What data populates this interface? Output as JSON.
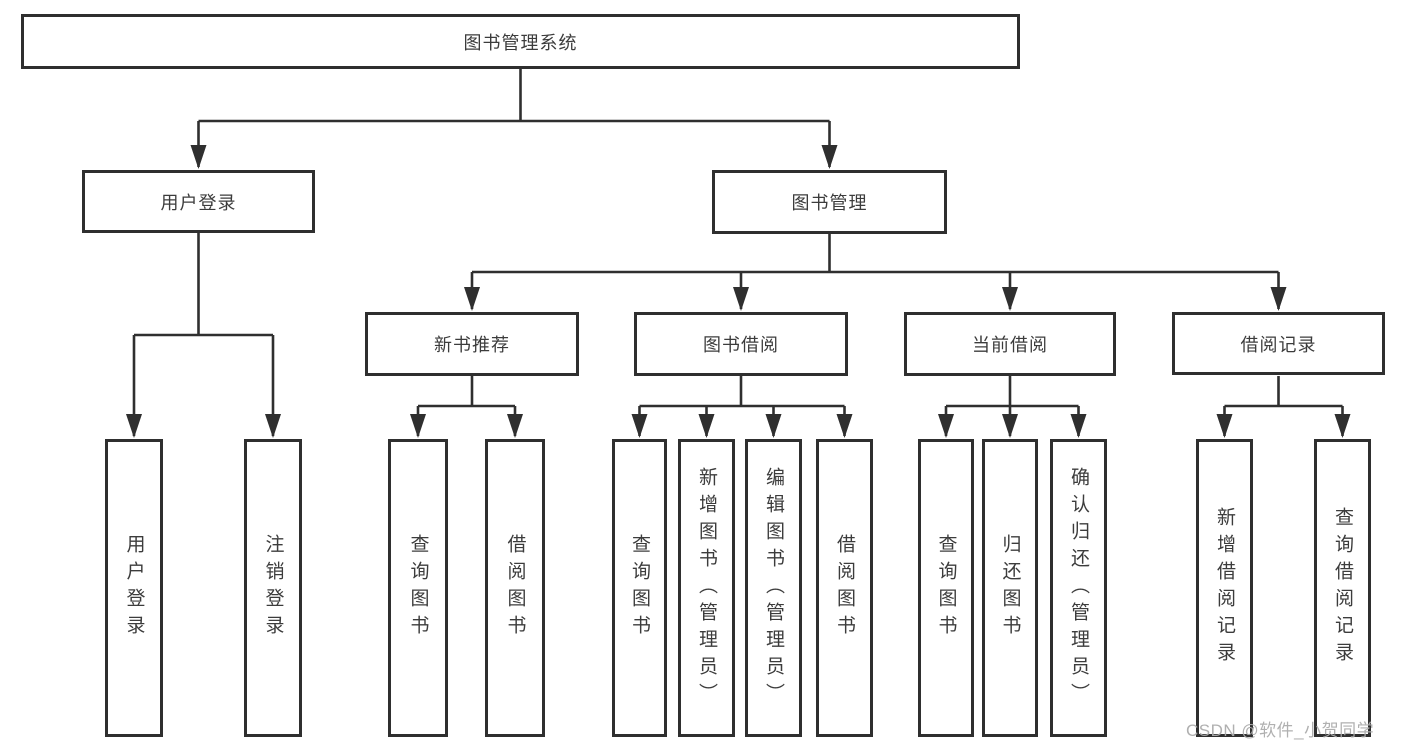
{
  "diagram": {
    "root": {
      "label": "图书管理系统"
    },
    "level2": [
      {
        "label": "用户登录"
      },
      {
        "label": "图书管理"
      }
    ],
    "level3": [
      {
        "label": "新书推荐"
      },
      {
        "label": "图书借阅"
      },
      {
        "label": "当前借阅"
      },
      {
        "label": "借阅记录"
      }
    ],
    "leaves": {
      "user": [
        "用户登录",
        "注销登录"
      ],
      "new_books": [
        "查询图书",
        "借阅图书"
      ],
      "borrow": [
        "查询图书",
        "新增图书（管理员）",
        "编辑图书（管理员）",
        "借阅图书"
      ],
      "current": [
        "查询图书",
        "归还图书",
        "确认归还（管理员）"
      ],
      "records": [
        "新增借阅记录",
        "查询借阅记录"
      ]
    }
  },
  "watermark": "CSDN @软件_小贺同学",
  "colors": {
    "line": "#2f2f2f",
    "box_border": "#2f2f2f",
    "box_fill": "#ffffff",
    "text": "#3c3c3c",
    "watermark": "#acacac",
    "background": "#ffffff"
  }
}
